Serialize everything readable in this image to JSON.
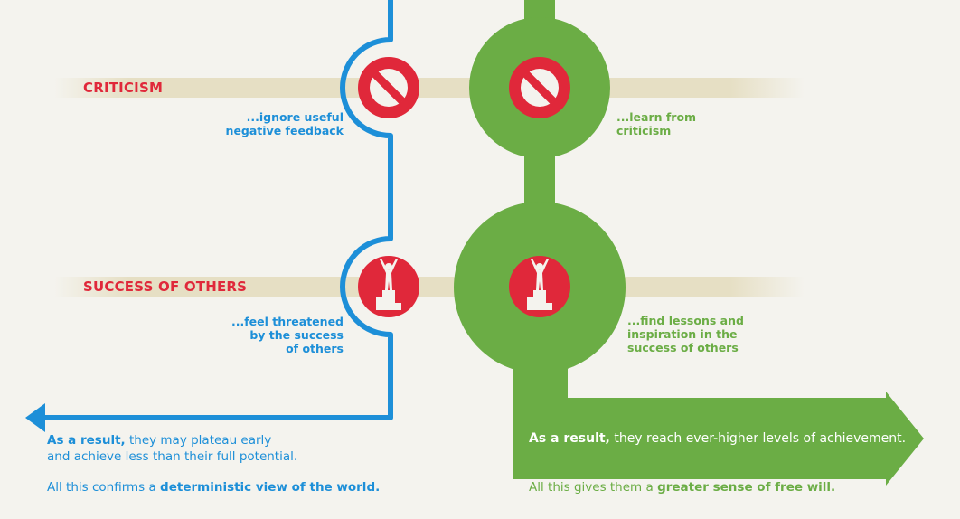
{
  "labels": {
    "criticism": "CRITICISM",
    "success_of_others": "SUCCESS OF OTHERS"
  },
  "fixed_mindset": {
    "criticism_line1": "...ignore useful",
    "criticism_line2": "negative feedback",
    "success_line1": "...feel threatened",
    "success_line2": "by the success",
    "success_line3": "of others",
    "result_lead": "As a result,",
    "result_rest": " they may plateau early",
    "result_line2": "and achieve less than their full potential.",
    "confirms_lead": "All this confirms a ",
    "confirms_bold": "deterministic view of the world."
  },
  "growth_mindset": {
    "criticism_line1": "...learn from",
    "criticism_line2": "criticism",
    "success_line1": "...find lessons and",
    "success_line2": "inspiration in the",
    "success_line3": "success of others",
    "result_lead": "As a result,",
    "result_rest": " they reach ever-higher levels of achievement.",
    "gives_lead": "All this gives them a ",
    "gives_bold": "greater sense of free will."
  },
  "icons": {
    "criticism": "prohibition-icon",
    "success_of_others": "person-on-podium-icon"
  },
  "colors": {
    "background": "#f4f3ee",
    "fixed_blue": "#1d8fd8",
    "growth_green": "#6bad45",
    "icon_red": "#e0283a",
    "band_tan": "#e6dfc4"
  }
}
